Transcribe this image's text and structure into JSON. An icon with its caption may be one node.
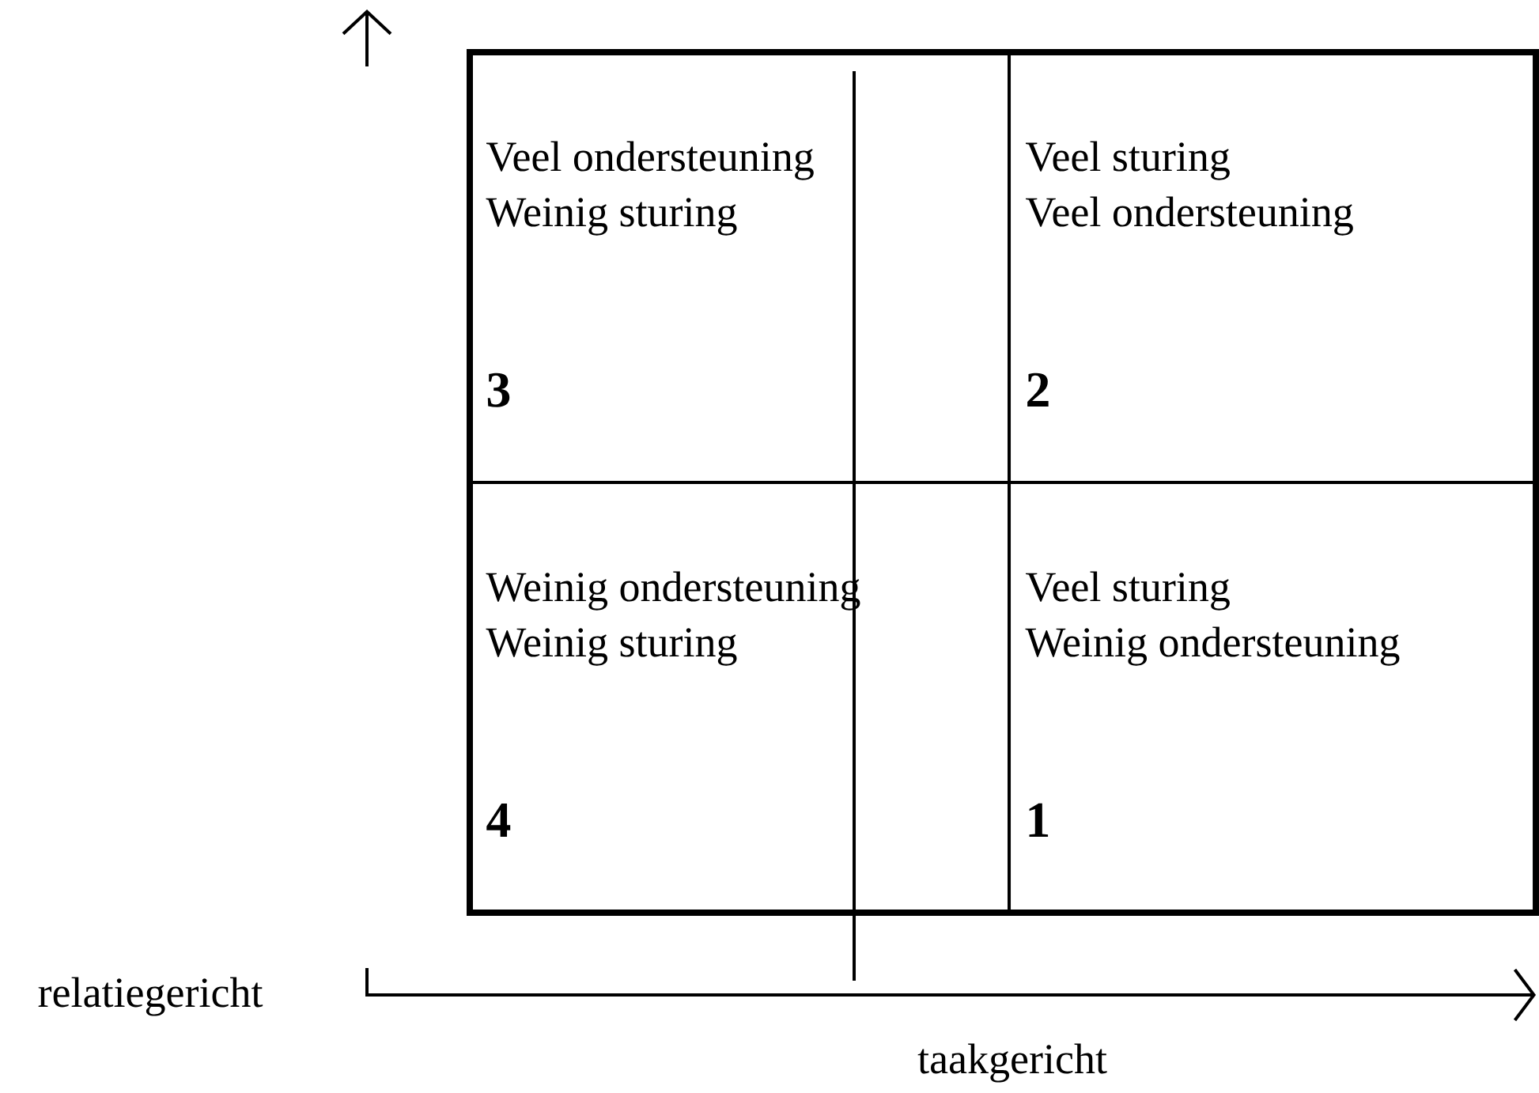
{
  "diagram": {
    "nodes": [
      {
        "text": [
          "Veel ondersteuning",
          "Weinig sturing",
          "3"
        ]
      },
      {
        "text": [
          "Veel sturing",
          "Veel ondersteuning",
          "2"
        ]
      },
      {
        "text": [
          "Weinig ondersteuning",
          "Weinig sturing",
          "4"
        ]
      },
      {
        "text": [
          "Veel sturing",
          "Weinig ondersteuning",
          "1"
        ]
      }
    ],
    "edges": [],
    "labels": [
      "relatiegericht",
      "taakgericht"
    ]
  }
}
